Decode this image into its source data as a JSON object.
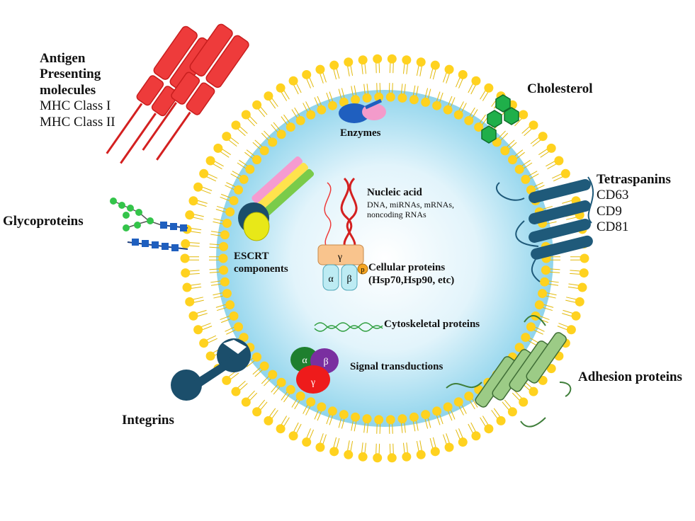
{
  "colors": {
    "lipid_head": "#FFD21F",
    "lipid_tail": "#E2B90A",
    "lumen_center": "#FFFFFF",
    "lumen_edge": "#8FD4EC",
    "mhc": "#EE3B3B",
    "glyco_green": "#34C44A",
    "glyco_blue": "#1F5FBF",
    "cholesterol": "#1FAF4A",
    "tetraspanin": "#1F5A7A",
    "adhesion": "#9CCB86",
    "integrin": "#1B4E6B"
  },
  "labels": {
    "antigen_title": [
      "Antigen",
      "Presenting",
      "molecules"
    ],
    "mhc_classes": [
      "MHC Class I",
      "MHC Class II"
    ],
    "glycoproteins": "Glycoproteins",
    "integrins": "Integrins",
    "cholesterol": "Cholesterol",
    "tetraspanins_title": "Tetraspanins",
    "tetraspanins_list": [
      "CD63",
      "CD9",
      "CD81"
    ],
    "adhesion": "Adhesion proteins",
    "enzymes": "Enzymes",
    "escrt": [
      "ESCRT",
      "components"
    ],
    "nucleic_title": "Nucleic acid",
    "nucleic_sub": [
      "DNA, miRNAs, mRNAs,",
      "noncoding RNAs"
    ],
    "cellular_title": "Cellular proteins",
    "cellular_sub": "(Hsp70,Hsp90, etc)",
    "cytoskeletal": "Cytoskeletal proteins",
    "signal": "Signal transductions",
    "hsp_gamma": "γ",
    "hsp_alpha": "α",
    "hsp_beta": "β",
    "hsp_p": "p",
    "sig_alpha": "α",
    "sig_beta": "β",
    "sig_gamma": "γ"
  }
}
